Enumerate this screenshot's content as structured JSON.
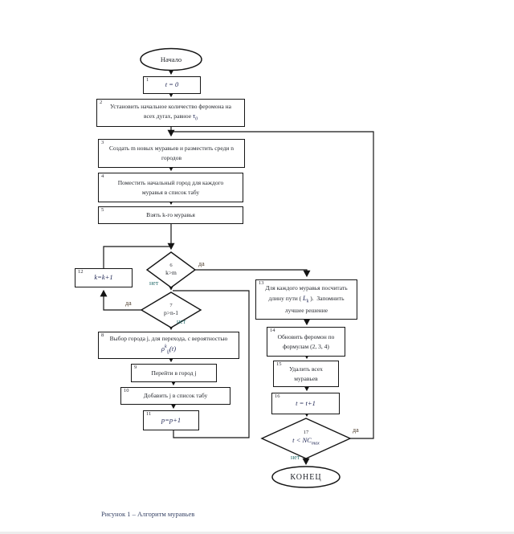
{
  "diagram": {
    "caption": "Рисунок 1 – Алгоритм муравьев",
    "start_label": "Начало",
    "end_label": "КОНЕЦ",
    "boxes": {
      "b1": {
        "num": "1",
        "text": "t = 0"
      },
      "b2": {
        "num": "2",
        "line1": "Установить начальное количество феромона на",
        "line2_prefix": "всех дугах, равное ",
        "tau": "τ",
        "tau_sub": "0"
      },
      "b3": {
        "num": "3",
        "line1": "Создать m новых муравьев и разместить среди n",
        "line2": "городов"
      },
      "b4": {
        "num": "4",
        "line1": "Поместить начальный город для каждого",
        "line2": "муравья в список табу"
      },
      "b5": {
        "num": "5",
        "text": "Взять k-го муравья"
      },
      "b8": {
        "num": "8",
        "line1": "Выбор города j, для перехода, с вероятностью",
        "rho": "ρ",
        "rho_sup": "k",
        "rho_sub": "ij",
        "rho_tail": "(t)"
      },
      "b9": {
        "num": "9",
        "text": "Перейти в город j"
      },
      "b10": {
        "num": "10",
        "text": "Добавить j в список табу"
      },
      "b11": {
        "num": "11",
        "text": "p=p+1"
      },
      "b12": {
        "num": "12",
        "text": "k=k+1"
      },
      "b13": {
        "num": "13",
        "line1": "Для каждого муравья посчитать",
        "line2_pre": "длину пути ( ",
        "L": "L",
        "L_sub": "k",
        "line2_post": " ).  Запомнить",
        "line3": "лучшее решение"
      },
      "b14": {
        "num": "14",
        "line1": "Обновить феромон по",
        "line2": "формулам (2, 3, 4)"
      },
      "b15": {
        "num": "15",
        "line1": "Удалить всех",
        "line2": "муравьев"
      },
      "b16": {
        "num": "16",
        "text": "t = t+1"
      }
    },
    "decisions": {
      "d6": {
        "num": "6",
        "label": "k>m"
      },
      "d7": {
        "num": "7",
        "label": "p>n-1"
      },
      "d17": {
        "num": "17",
        "pre": "t < NC",
        "sub": "max"
      }
    },
    "edge_labels": {
      "d6_yes": "да",
      "d6_no": "нет",
      "d7_yes": "да",
      "d7_no": "нет",
      "d17_yes": "да",
      "d17_no": "нет"
    }
  }
}
